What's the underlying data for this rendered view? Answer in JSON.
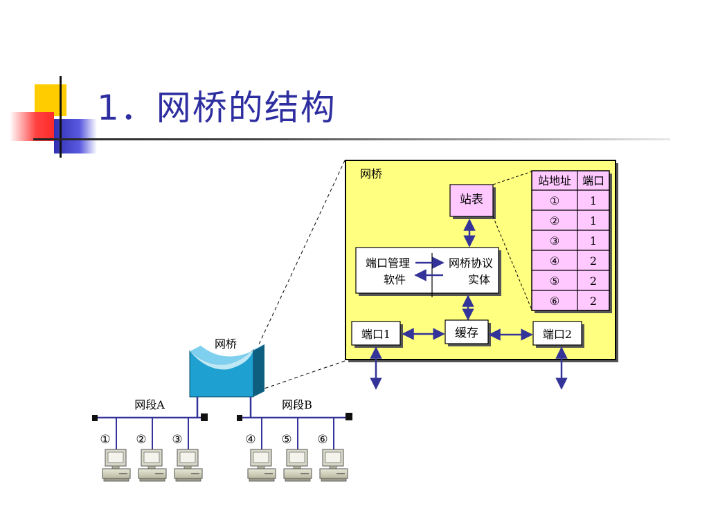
{
  "slide": {
    "title": "1．网桥的结构"
  },
  "bridge_detail": {
    "label": "网桥",
    "station_table_label": "站表",
    "port_mgmt": {
      "line1": "端口管理",
      "line2": "软件"
    },
    "protocol_entity": {
      "line1": "网桥协议",
      "line2": "实体"
    },
    "buffer_label": "缓存",
    "port1_label": "端口1",
    "port2_label": "端口2",
    "table": {
      "headers": [
        "站地址",
        "端口"
      ],
      "rows": [
        [
          "①",
          "1"
        ],
        [
          "②",
          "1"
        ],
        [
          "③",
          "1"
        ],
        [
          "④",
          "2"
        ],
        [
          "⑤",
          "2"
        ],
        [
          "⑥",
          "2"
        ]
      ]
    }
  },
  "network": {
    "bridge_label": "网桥",
    "segment_a": {
      "label": "网段A",
      "stations": [
        "①",
        "②",
        "③"
      ]
    },
    "segment_b": {
      "label": "网段B",
      "stations": [
        "④",
        "⑤",
        "⑥"
      ]
    }
  },
  "colors": {
    "title": "#2e2ea0",
    "panel_fill": "#ffff80",
    "station_table_fill": "#ffc8ff",
    "table_fill": "#ffc8ff",
    "arrow": "#333399",
    "bridge_device": "#1ea0d0"
  }
}
